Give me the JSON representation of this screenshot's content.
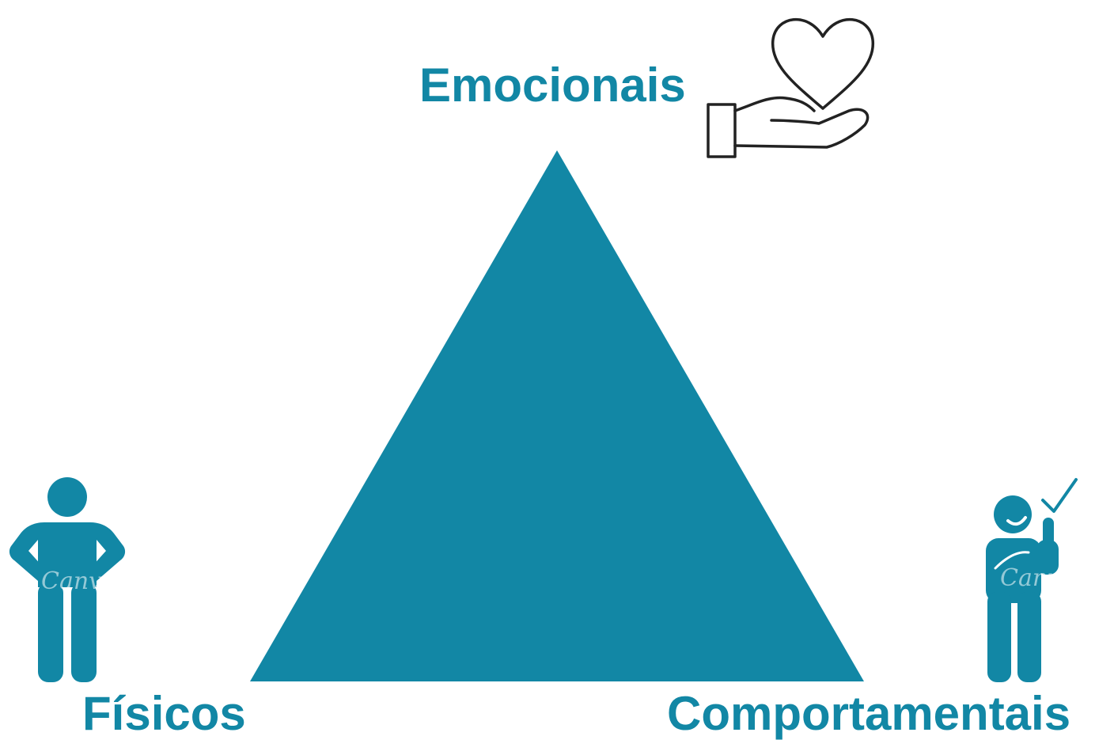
{
  "diagram": {
    "labels": {
      "top": "Emocionais",
      "left": "Físicos",
      "right": "Comportamentais"
    },
    "watermark": "Canva",
    "colors": {
      "accent": "#1287a5",
      "background": "#ffffff",
      "icon_outline": "#222222"
    },
    "icons": {
      "top": "hand-holding-heart-icon",
      "left": "person-hands-on-hips-icon",
      "right": "person-thumbs-up-check-icon"
    }
  }
}
